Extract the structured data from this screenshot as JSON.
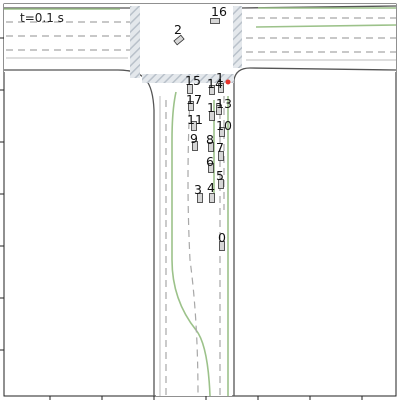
{
  "simulation": {
    "time_label": "t=0.1 s"
  },
  "colors": {
    "road_edge": "#555555",
    "lane_dash": "#a8a8a8",
    "lane_green": "#9cc28a",
    "crosswalk": "#c9d0d8",
    "vehicle": "#d6d6d6",
    "ego_marker": "#e8322a"
  },
  "vehicles": [
    {
      "id": "0"
    },
    {
      "id": "1"
    },
    {
      "id": "2"
    },
    {
      "id": "3"
    },
    {
      "id": "4"
    },
    {
      "id": "5"
    },
    {
      "id": "6"
    },
    {
      "id": "7"
    },
    {
      "id": "8"
    },
    {
      "id": "9"
    },
    {
      "id": "10"
    },
    {
      "id": "11"
    },
    {
      "id": "12"
    },
    {
      "id": "13"
    },
    {
      "id": "14"
    },
    {
      "id": "15"
    },
    {
      "id": "16"
    },
    {
      "id": "17"
    }
  ]
}
